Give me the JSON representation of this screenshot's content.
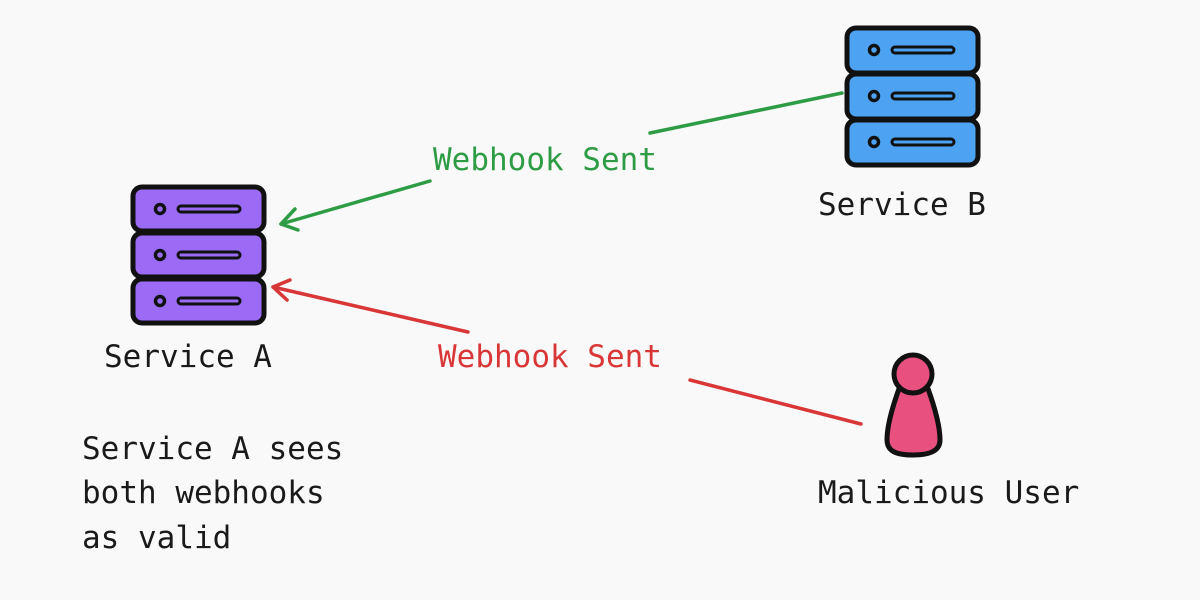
{
  "colors": {
    "background": "#f9f9f9",
    "outline": "#111111",
    "text": "#1a1a1a",
    "service_a_fill": "#9b6bf5",
    "service_b_fill": "#4da3f2",
    "user_fill": "#e8517f",
    "valid_webhook": "#2e9c45",
    "malicious_webhook": "#d93737"
  },
  "nodes": {
    "service_a": {
      "label": "Service A",
      "icon": "server-stack-icon"
    },
    "service_b": {
      "label": "Service B",
      "icon": "server-stack-icon"
    },
    "malicious_user": {
      "label": "Malicious User",
      "icon": "user-icon"
    }
  },
  "edges": {
    "valid_webhook": {
      "label": "Webhook Sent",
      "from": "service_b",
      "to": "service_a"
    },
    "malicious_webhook": {
      "label": "Webhook Sent",
      "from": "malicious_user",
      "to": "service_a"
    }
  },
  "note": {
    "lines": [
      "Service A sees",
      "both webhooks",
      "as valid"
    ]
  }
}
